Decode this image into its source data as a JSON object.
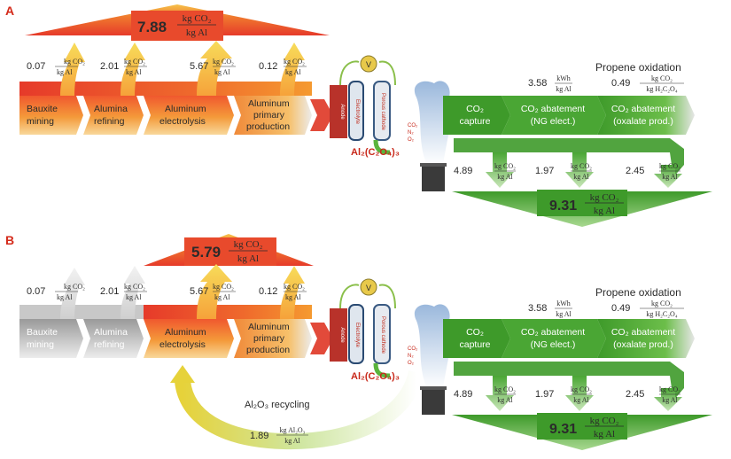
{
  "panelA": {
    "label": "A",
    "total": {
      "value": "7.88",
      "num": "kg CO₂",
      "den": "kg Al"
    },
    "branches": [
      {
        "value": "0.07",
        "num": "kg CO₂",
        "den": "kg Al"
      },
      {
        "value": "2.01",
        "num": "kg CO₂",
        "den": "kg Al"
      },
      {
        "value": "5.67",
        "num": "kg CO₂",
        "den": "kg Al"
      },
      {
        "value": "0.12",
        "num": "kg CO₂",
        "den": "kg Al"
      }
    ],
    "stages": [
      [
        "Bauxite",
        "mining"
      ],
      [
        "Alumina",
        "refining"
      ],
      [
        "Aluminum",
        "electrolysis"
      ],
      [
        "Aluminum",
        "primary",
        "production"
      ]
    ]
  },
  "panelB": {
    "label": "B",
    "total": {
      "value": "5.79",
      "num": "kg CO₂",
      "den": "kg Al"
    },
    "branches": [
      {
        "value": "0.07",
        "num": "kg CO₂",
        "den": "kg Al"
      },
      {
        "value": "2.01",
        "num": "kg CO₂",
        "den": "kg Al"
      },
      {
        "value": "5.67",
        "num": "kg CO₂",
        "den": "kg Al"
      },
      {
        "value": "0.12",
        "num": "kg CO₂",
        "den": "kg Al"
      }
    ],
    "stages": [
      [
        "Bauxite",
        "mining"
      ],
      [
        "Alumina",
        "refining"
      ],
      [
        "Aluminum",
        "electrolysis"
      ],
      [
        "Aluminum",
        "primary",
        "production"
      ]
    ],
    "recycling": {
      "label": "Al₂O₃ recycling",
      "value": "1.89",
      "num": "kg Al₂O₃",
      "den": "kg Al"
    }
  },
  "cell": {
    "anode": "Anode",
    "electrolyte": "Electrolyte",
    "cathode": "Porous cathode",
    "voltmeter": "V",
    "product": "Al₂(C₂O₄)₃",
    "gases": [
      "CO₂",
      "N₂",
      "O₂"
    ]
  },
  "capture": {
    "stages": [
      [
        "CO₂",
        "capture"
      ],
      [
        "CO₂ abatement",
        "(NG elect.)"
      ],
      [
        "CO₂ abatement",
        "(oxalate prod.)"
      ]
    ],
    "propene_label": "Propene oxidation",
    "energy": {
      "value": "3.58",
      "num": "kWh",
      "den": "kg Al"
    },
    "oxalate": {
      "value": "0.49",
      "num": "kg CO₂",
      "den": "kg H₂C₂O₄"
    },
    "downs": [
      {
        "value": "4.89",
        "num": "kg CO₂",
        "den": "kg Al"
      },
      {
        "value": "1.97",
        "num": "kg CO₂",
        "den": "kg Al"
      },
      {
        "value": "2.45",
        "num": "kg CO₂",
        "den": "kg Al"
      }
    ],
    "total": {
      "value": "9.31",
      "num": "kg CO₂",
      "den": "kg Al"
    }
  },
  "colors": {
    "red": "#e8402a",
    "orange": "#f39c2a",
    "yellow": "#f7d04a",
    "green": "#5ab43c",
    "darkgreen": "#3e9a2a",
    "grey": "#bdbdbd"
  }
}
